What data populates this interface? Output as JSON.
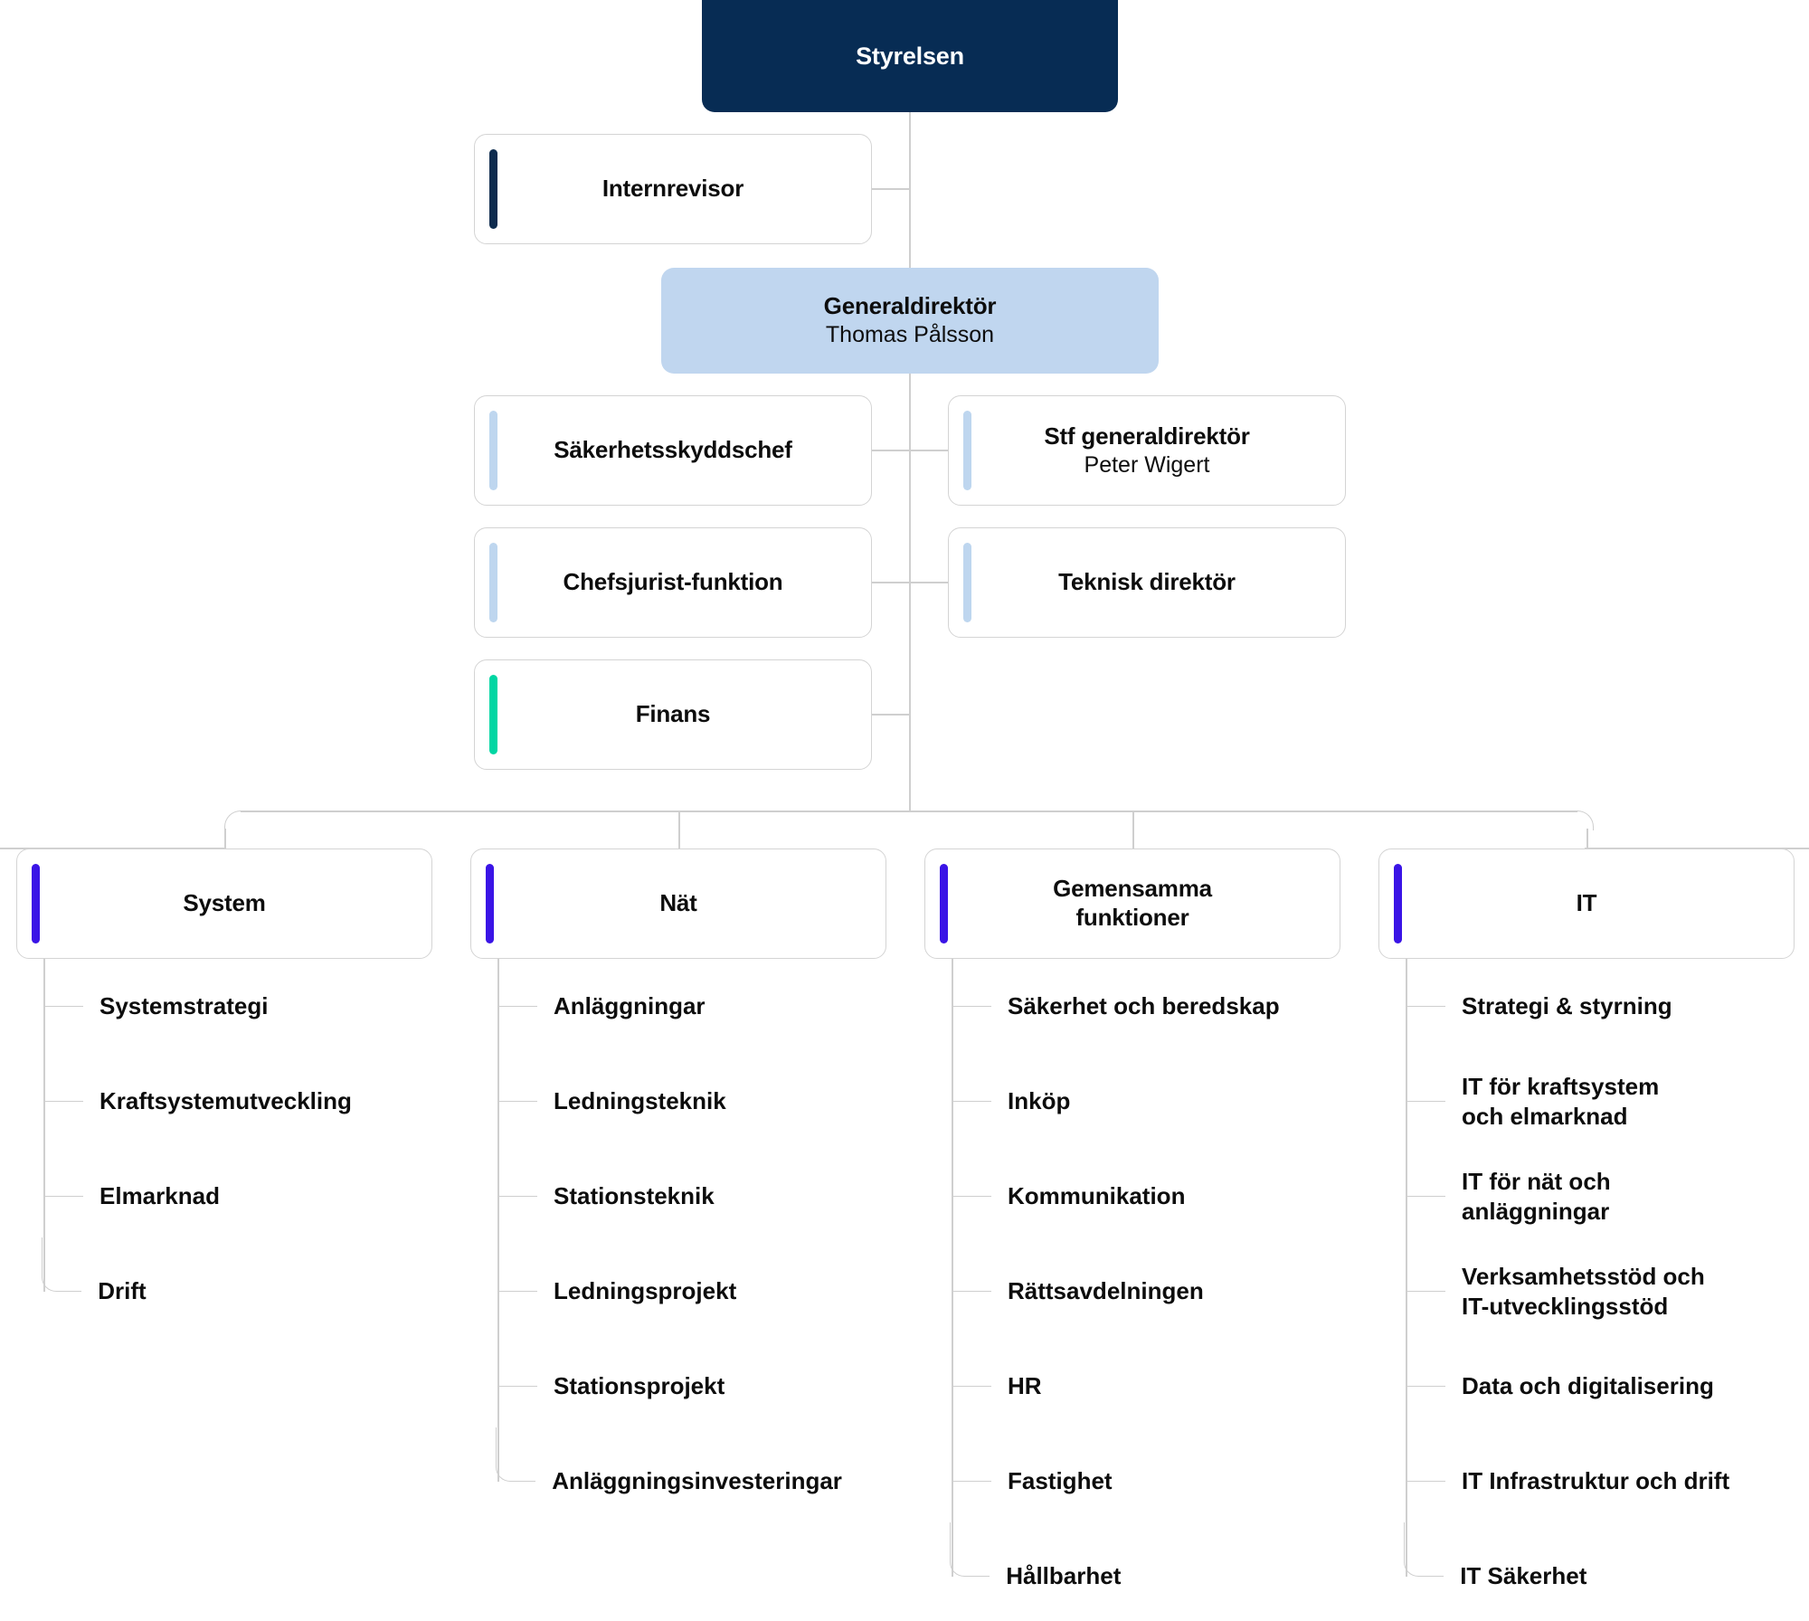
{
  "colors": {
    "root_fill": "#072C54",
    "gd_fill": "#c0d6ef",
    "accent_navy": "#0d2b4e",
    "accent_lightblue": "#bed6ef",
    "accent_teal": "#00d6a3",
    "accent_violet": "#3a14e6",
    "line": "#cfcfcf",
    "card_border": "#d4d4d4",
    "text": "#0d0d0d"
  },
  "root": {
    "label": "Styrelsen"
  },
  "general_director": {
    "title": "Generaldirektör",
    "person": "Thomas Pålsson"
  },
  "staff": {
    "internrevisor": {
      "label": "Internrevisor",
      "accent": "navy"
    },
    "sakerhetsskyddschef": {
      "label": "Säkerhetsskyddschef",
      "accent": "lightblue"
    },
    "chefsjurist": {
      "label": "Chefsjurist-funktion",
      "accent": "lightblue"
    },
    "finans": {
      "label": "Finans",
      "accent": "teal"
    },
    "stf_generaldirektor": {
      "title": "Stf generaldirektör",
      "person": "Peter Wigert",
      "accent": "lightblue"
    },
    "teknisk_direktor": {
      "label": "Teknisk direktör",
      "accent": "lightblue"
    }
  },
  "divisions": [
    {
      "label": "System",
      "accent": "violet",
      "items": [
        "Systemstrategi",
        "Kraftsystemutveckling",
        "Elmarknad",
        "Drift"
      ]
    },
    {
      "label": "Nät",
      "accent": "violet",
      "items": [
        "Anläggningar",
        "Ledningsteknik",
        "Stationsteknik",
        "Ledningsprojekt",
        "Stationsprojekt",
        "Anläggningsinvesteringar"
      ]
    },
    {
      "label": "Gemensamma\nfunktioner",
      "accent": "violet",
      "items": [
        "Säkerhet och beredskap",
        "Inköp",
        "Kommunikation",
        "Rättsavdelningen",
        "HR",
        "Fastighet",
        "Hållbarhet"
      ]
    },
    {
      "label": "IT",
      "accent": "violet",
      "items": [
        "Strategi & styrning",
        "IT för kraftsystem\noch elmarknad",
        "IT för nät och\nanläggningar",
        "Verksamhetsstöd och\nIT-utvecklingsstöd",
        "Data och digitalisering",
        "IT Infrastruktur och drift",
        "IT Säkerhet"
      ]
    }
  ]
}
